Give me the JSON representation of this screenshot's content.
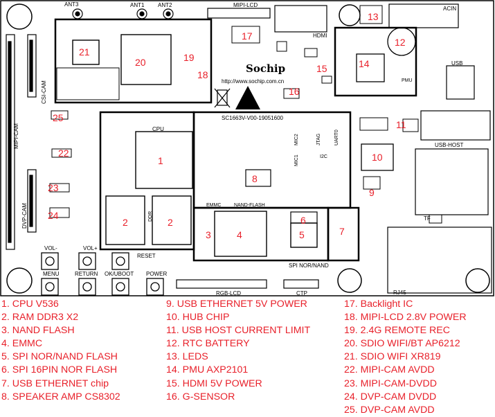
{
  "colors": {
    "accent": "#e8202a",
    "ink": "#000000",
    "board": "#ffffff"
  },
  "silkscreen": {
    "ant3": "ANT3",
    "ant1": "ANT1",
    "ant2": "ANT2",
    "mipi_lcd": "MIPI-LCD",
    "acin": "ACIN",
    "hdmi": "HDMI",
    "logo": "Sochip",
    "url": "http://www.sochip.com.cn",
    "usb": "USB",
    "pmu": "PMU",
    "usb_host": "USB-HOST",
    "board_id": "SC1663V-V00-19051600",
    "cpu": "CPU",
    "csi_cam": "CSI-CAM",
    "mipi_cam": "MIPI-CAM",
    "dvp_cam": "DVP-CAM",
    "jtag": "JTAG",
    "uart0": "UART0",
    "mic2": "MIC2",
    "mic1": "MIC1",
    "i2c": "I2C",
    "emmc": "EMMC",
    "nand_flash": "NAND-FLASH",
    "ddr": "DDR",
    "tf": "TF",
    "rj45": "RJ45",
    "spi_nor_nand": "SPI NOR/NAND",
    "rgb_lcd": "RGB-LCD",
    "ctp": "CTP",
    "reset": "RESET",
    "buttons": [
      "VOL-",
      "VOL+",
      "MENU",
      "RETURN",
      "OK/UBOOT",
      "POWER"
    ]
  },
  "callouts": [
    "1",
    "2",
    "2",
    "3",
    "4",
    "5",
    "6",
    "7",
    "8",
    "9",
    "10",
    "11",
    "12",
    "13",
    "14",
    "15",
    "16",
    "17",
    "18",
    "19",
    "20",
    "21",
    "22",
    "23",
    "24",
    "25"
  ],
  "legend": [
    "1. CPU V536",
    "2. RAM DDR3 X2",
    "3. NAND FLASH",
    "4. EMMC",
    "5. SPI NOR/NAND FLASH",
    "6. SPI 16PIN NOR FLASH",
    "7. USB ETHERNET chip",
    "8. SPEAKER AMP CS8302",
    "9. USB ETHERNET 5V POWER",
    "10. HUB CHIP",
    "11. USB HOST CURRENT LIMIT",
    "12. RTC BATTERY",
    "13. LEDS",
    "14. PMU AXP2101",
    "15. HDMI 5V POWER",
    "16. G-SENSOR",
    "17. Backlight IC",
    "18. MIPI-LCD 2.8V POWER",
    "19. 2.4G REMOTE REC",
    "20. SDIO WIFI/BT AP6212",
    "21. SDIO WIFI XR819",
    "22. MIPI-CAM AVDD",
    "23. MIPI-CAM-DVDD",
    "24. DVP-CAM DVDD",
    "25. DVP-CAM AVDD"
  ]
}
